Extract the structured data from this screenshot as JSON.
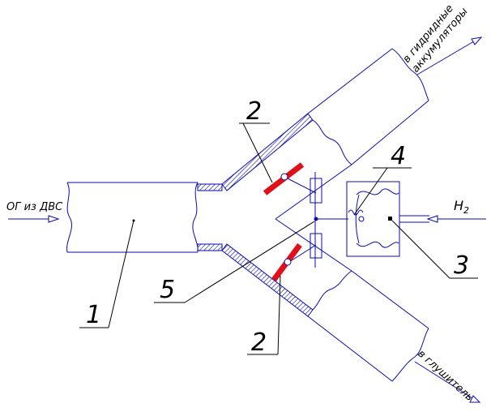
{
  "labels": {
    "n1": "1",
    "n2_top": "2",
    "n2_bottom": "2",
    "n3": "3",
    "n4": "4",
    "n5": "5",
    "inlet": "ОГ из ДВС",
    "h2": "H",
    "h2_sub": "2",
    "upper_outlet_line1": "в гидридные",
    "upper_outlet_line2": "аккумуляторы",
    "lower_outlet": "в глушитель"
  },
  "colors": {
    "line": "#0b0bb0",
    "damper": "#e0101a",
    "leader": "#000000"
  }
}
